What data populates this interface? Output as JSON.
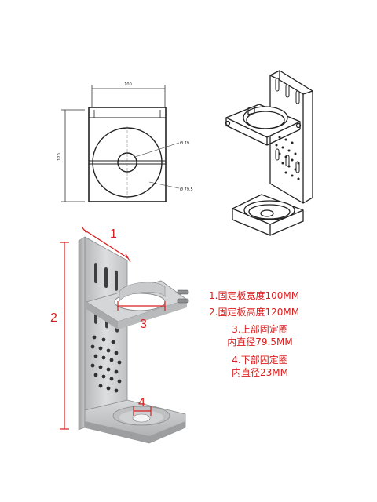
{
  "drawing": {
    "width_label": "100",
    "height_label": "120",
    "upper_dia_label": "Ø 79",
    "lower_dia_label": "Ø 79.5"
  },
  "callouts": {
    "n1": "1",
    "n2": "2",
    "n3": "3",
    "n4": "4"
  },
  "specs": {
    "line1": "1.固定板宽度100MM",
    "line2": "2.固定板高度120MM",
    "line3a": "3.上部固定圈",
    "line3b": "内直径79.5MM",
    "line4a": "4.下部固定圈",
    "line4b": "内直径23MM"
  },
  "colors": {
    "accent_red": "#d81e1e",
    "line": "#222222",
    "metal": "#c9cbcd"
  }
}
